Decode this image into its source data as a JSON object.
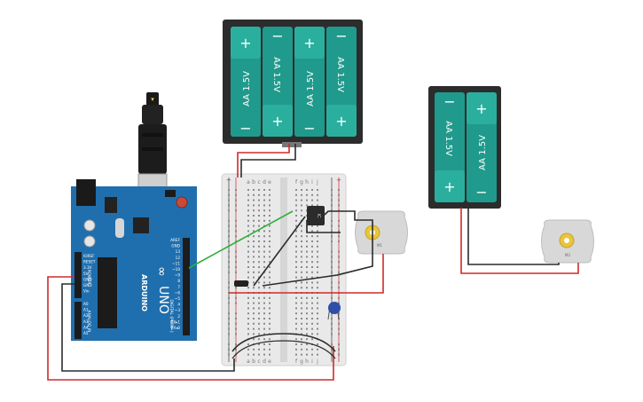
{
  "battery_pack_4aa": {
    "cells": [
      {
        "top_sign": "+",
        "label": "AA 1.5V",
        "bottom_sign": "−"
      },
      {
        "top_sign": "−",
        "label": "AA 1.5V",
        "bottom_sign": "+"
      },
      {
        "top_sign": "+",
        "label": "AA 1.5V",
        "bottom_sign": "−"
      },
      {
        "top_sign": "−",
        "label": "AA 1.5V",
        "bottom_sign": "+"
      }
    ]
  },
  "battery_pack_2aa": {
    "cells": [
      {
        "top_sign": "−",
        "label": "AA 1.5V",
        "bottom_sign": "+"
      },
      {
        "top_sign": "+",
        "label": "AA 1.5V",
        "bottom_sign": "−"
      }
    ]
  },
  "arduino": {
    "brand": "ARDUINO",
    "model": "UNO",
    "header_labels_right": [
      "AREF",
      "GND",
      "13",
      "12",
      "~11",
      "~10",
      "~9",
      "8",
      "7",
      "~6",
      "~5",
      "4",
      "~3",
      "2",
      "TX▸1",
      "RX◂0"
    ],
    "header_labels_left_power": [
      "IOREF",
      "RESET",
      "3.3V",
      "5V",
      "GND",
      "GND",
      "Vin"
    ],
    "header_labels_left_analog": [
      "A0",
      "A1",
      "A2",
      "A3",
      "A4",
      "A5"
    ],
    "section_labels": [
      "POWER",
      "ANALOG IN",
      "DIGITAL (PWM~)"
    ]
  },
  "breadboard": {
    "column_letters_top": [
      "a",
      "b",
      "c",
      "d",
      "e",
      "f",
      "g",
      "h",
      "i",
      "j"
    ],
    "column_letters_bottom": [
      "a",
      "b",
      "c",
      "d",
      "e",
      "f",
      "g",
      "h",
      "i",
      "j"
    ],
    "rail_signs": [
      "−",
      "+"
    ],
    "chip_label": "IC"
  },
  "motors": [
    {
      "label": "M1"
    },
    {
      "label": "M2"
    }
  ],
  "colors": {
    "wire_red": "#d12a2a",
    "wire_black": "#2b2b2b",
    "wire_green": "#2fae3b",
    "battery_teal": "#1f9a8c",
    "battery_teal_dark": "#157a6e",
    "board_blue": "#1f6fae",
    "breadboard_body": "#e9e9e9",
    "motor_body": "#d8d8d8",
    "motor_hub": "#e9c53a",
    "capacitor_blue": "#2d4fa8"
  }
}
